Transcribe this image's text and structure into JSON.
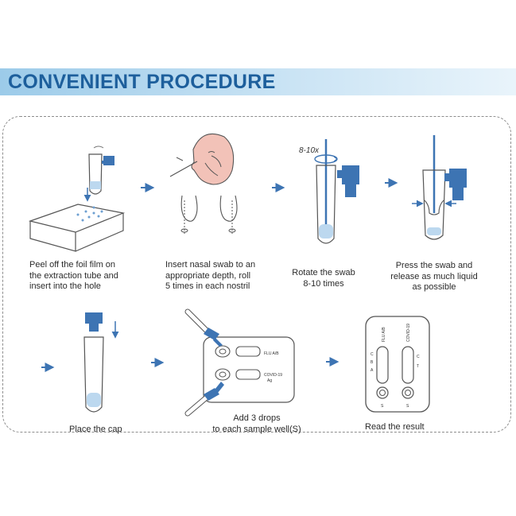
{
  "title": "CONVENIENT PROCEDURE",
  "colors": {
    "accent": "#3d74b3",
    "banner_text": "#1d5f9c",
    "line": "#5a5a5a",
    "arrow": "#3d74b3"
  },
  "steps": [
    {
      "caption": "Peel off the foil film on\nthe extraction tube and\ninsert into the hole"
    },
    {
      "caption": "Insert nasal swab to an\nappropriate depth, roll\n5 times in each nostril"
    },
    {
      "caption": "Rotate the swab\n8-10 times",
      "annotation": "8-10x"
    },
    {
      "caption": "Press the swab and\nrelease as much liquid\nas possible"
    },
    {
      "caption": "Place the cap"
    },
    {
      "caption": "Add 3 drops\nto each sample well(S)"
    },
    {
      "caption": "Read the result"
    }
  ],
  "cassette": {
    "labels": [
      "FLU A/B",
      "COVID-19\nAg"
    ],
    "well_label": "S",
    "line_labels": [
      "C",
      "B",
      "A",
      "C",
      "T"
    ]
  }
}
